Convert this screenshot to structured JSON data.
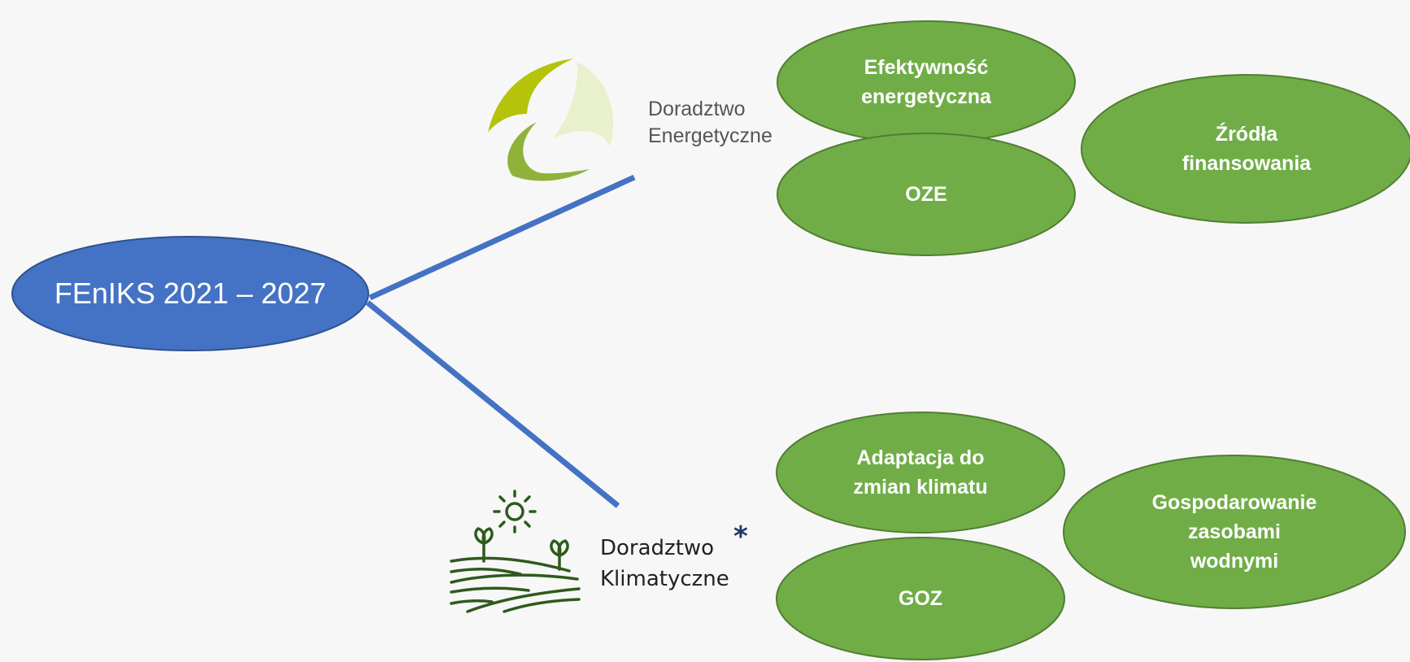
{
  "diagram": {
    "root": {
      "label": "FEnIKS 2021 – 2027"
    },
    "branches": [
      {
        "label": "Doradztwo\nEnergetyczne",
        "icon": "pinwheel-logo-icon",
        "nodes": [
          {
            "label": "Efektywność\nenergetyczna"
          },
          {
            "label": "OZE"
          },
          {
            "label": "Źródła\nfinansowania"
          }
        ]
      },
      {
        "label": "Doradztwo\nKlimatyczne",
        "icon": "farm-field-sun-icon",
        "marker": "*",
        "nodes": [
          {
            "label": "Adaptacja do\nzmian klimatu"
          },
          {
            "label": "GOZ"
          },
          {
            "label": "Gospodarowanie\nzasobami\nwodnymi"
          }
        ]
      }
    ]
  },
  "colors": {
    "background": "#f7f7f7",
    "root_fill": "#4472c4",
    "root_stroke": "#2f528f",
    "connector": "#4472c4",
    "node_fill": "#70ad47",
    "node_stroke": "#507e32",
    "text_dark": "#222222",
    "marker": "#1f3864",
    "logo_dark_green": "#b5c30a",
    "logo_mid_green": "#8fb33a",
    "logo_light": "#e8f0cc",
    "farm_icon": "#2e5a1c"
  }
}
